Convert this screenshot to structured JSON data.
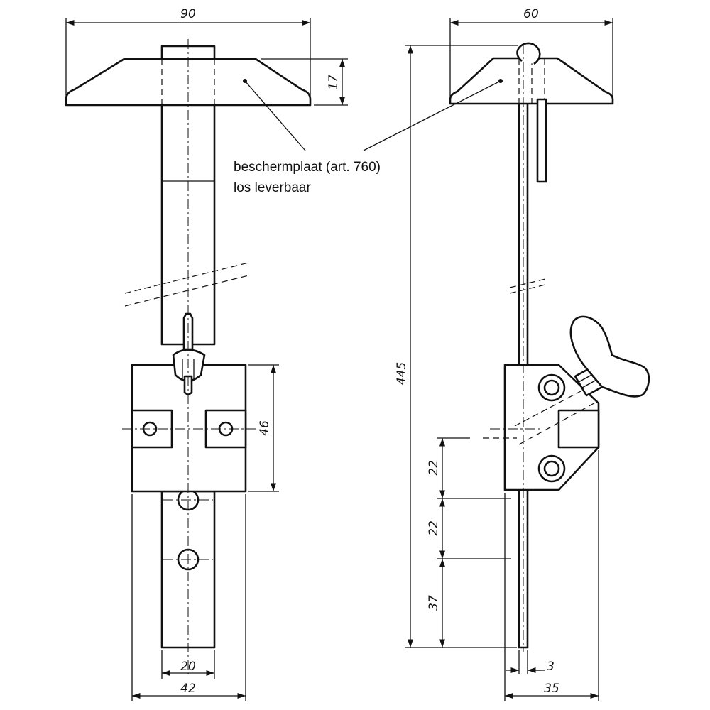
{
  "annotation": {
    "line1": "beschermplaat (art. 760)",
    "line2": "los leverbaar"
  },
  "front_view": {
    "dimensions": {
      "plate_width": "90",
      "plate_height": "17",
      "clamp_height": "46",
      "bar_width": "20",
      "clamp_width": "42"
    }
  },
  "side_view": {
    "dimensions": {
      "plate_width": "60",
      "total_length": "445",
      "hole_spacing_1": "22",
      "hole_spacing_2": "22",
      "bottom_offset": "37",
      "rod_thickness": "3",
      "clamp_depth": "35"
    }
  }
}
